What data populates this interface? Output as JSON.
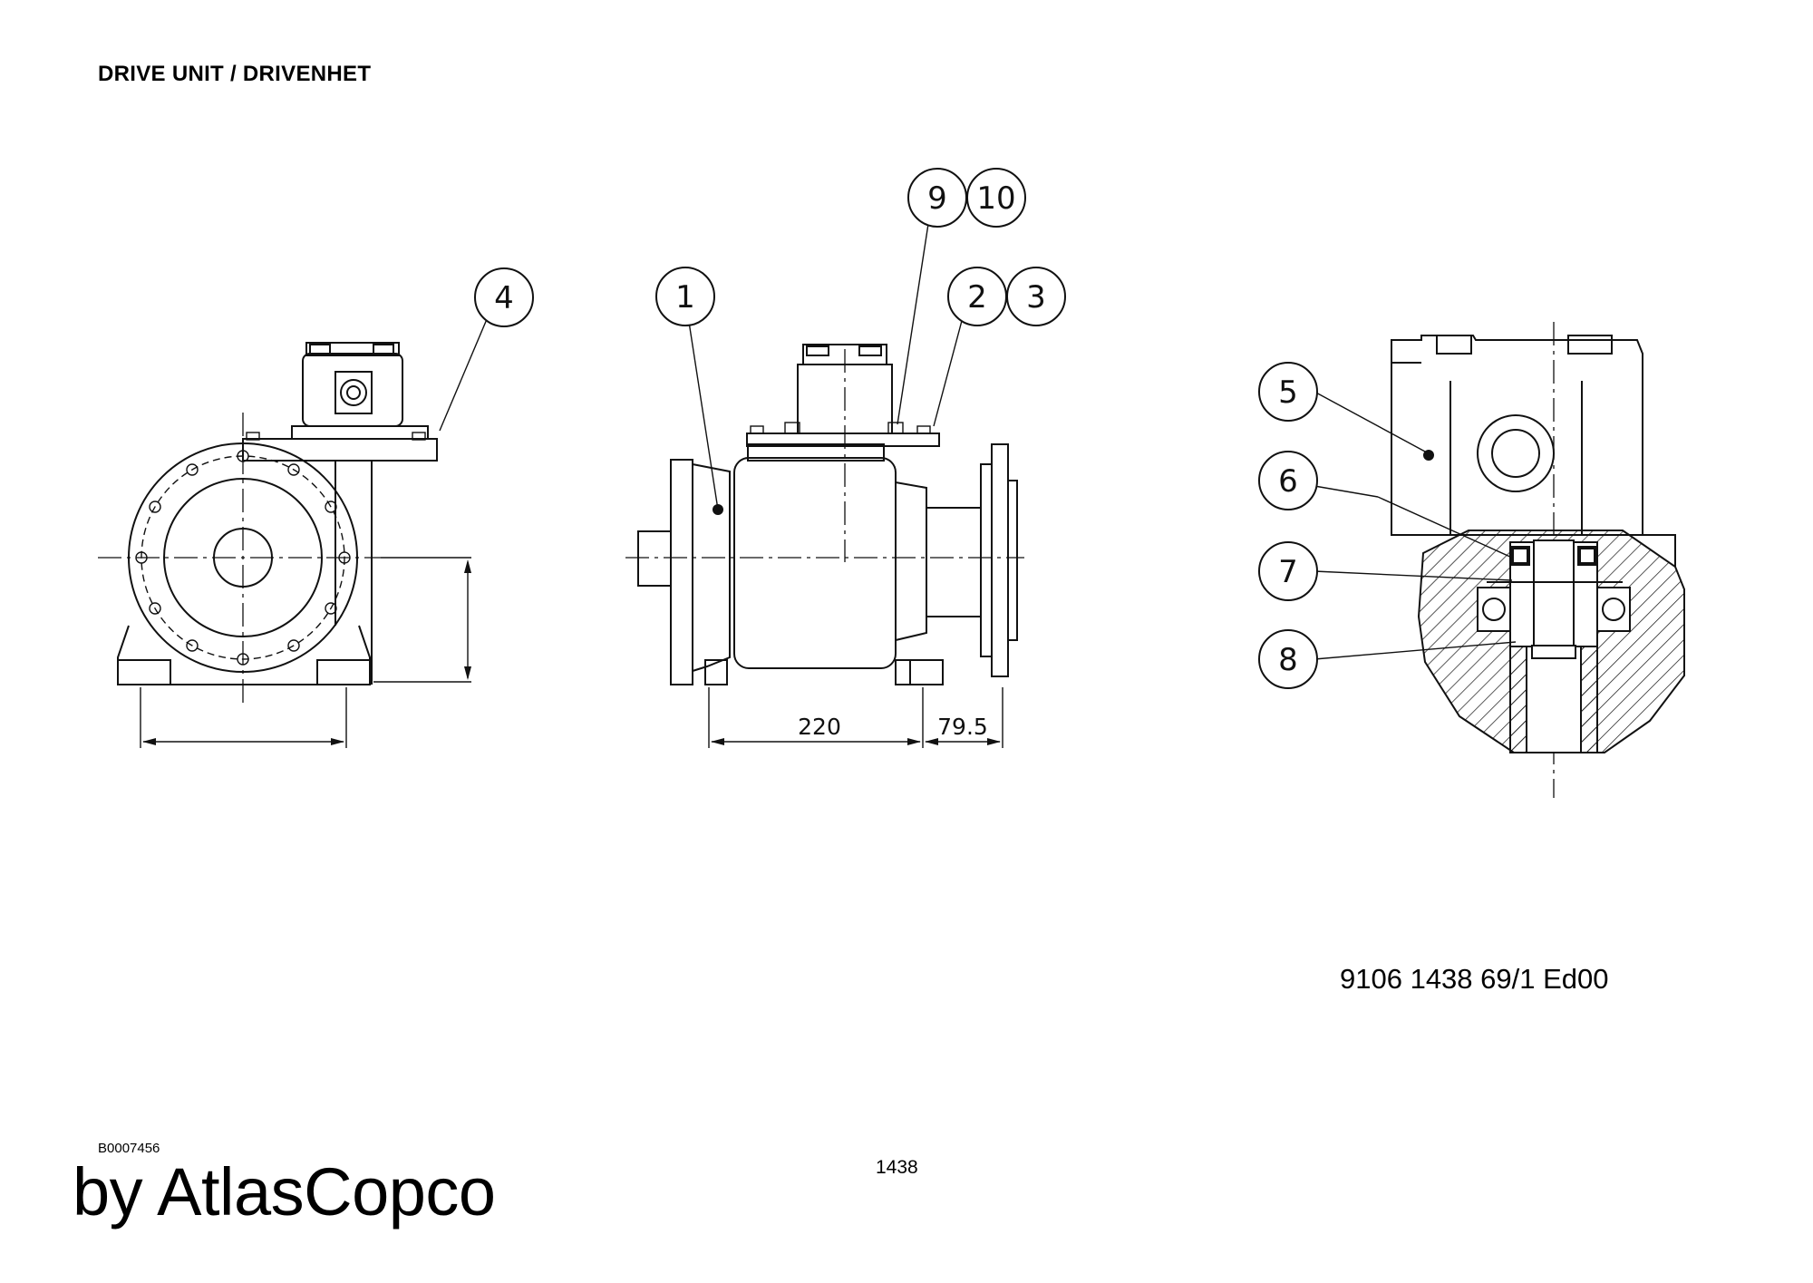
{
  "header": {
    "title": "DRIVE UNIT / DRIVENHET"
  },
  "callouts": [
    {
      "id": "c1",
      "label": "1"
    },
    {
      "id": "c2",
      "label": "2"
    },
    {
      "id": "c3",
      "label": "3"
    },
    {
      "id": "c4",
      "label": "4"
    },
    {
      "id": "c5",
      "label": "5"
    },
    {
      "id": "c6",
      "label": "6"
    },
    {
      "id": "c7",
      "label": "7"
    },
    {
      "id": "c8",
      "label": "8"
    },
    {
      "id": "c9",
      "label": "9"
    },
    {
      "id": "c10",
      "label": "10"
    }
  ],
  "dimensions": {
    "length_a": "220",
    "length_b": "79.5"
  },
  "document_number": "9106 1438 69/1  Ed00",
  "drawing_code": "B0007456",
  "page_number": "1438",
  "brand": "by AtlasCopco"
}
